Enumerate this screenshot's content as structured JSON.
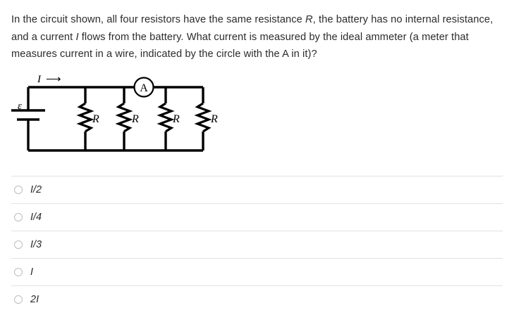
{
  "question": {
    "segments": [
      {
        "text": "In the circuit shown, all four resistors have the same resistance ",
        "italic": false
      },
      {
        "text": "R",
        "italic": true
      },
      {
        "text": ", the battery has no internal resistance, and a current ",
        "italic": false
      },
      {
        "text": "I",
        "italic": true
      },
      {
        "text": " flows from the battery. What current is measured by the ideal ammeter (a meter that measures current in a wire, indicated by the circle with the A in it)?",
        "italic": false
      }
    ],
    "plain_text": "In the circuit shown, all four resistors have the same resistance R, the battery has no internal resistance, and a current I flows from the battery. What current is measured by the ideal ammeter (a meter that measures current in a wire, indicated by the circle with the A in it)?"
  },
  "figure": {
    "name": "parallel-resistor-circuit-with-ammeter",
    "current_label": "I",
    "current_arrow": "⟶",
    "battery_label": "ε",
    "ammeter_label": "A",
    "resistor_labels": [
      "R",
      "R",
      "R",
      "R"
    ],
    "line_color": "#000000",
    "background": "#ffffff"
  },
  "options": [
    {
      "id": "opt-1",
      "label": "I/2",
      "selected": false
    },
    {
      "id": "opt-2",
      "label": "I/4",
      "selected": false
    },
    {
      "id": "opt-3",
      "label": "I/3",
      "selected": false
    },
    {
      "id": "opt-4",
      "label": "I",
      "selected": false
    },
    {
      "id": "opt-5",
      "label": "2I",
      "selected": false
    }
  ],
  "colors": {
    "text": "#2d2b29",
    "divider": "#e2e2e2",
    "radio_border": "#bdbdbd",
    "background": "#ffffff"
  }
}
